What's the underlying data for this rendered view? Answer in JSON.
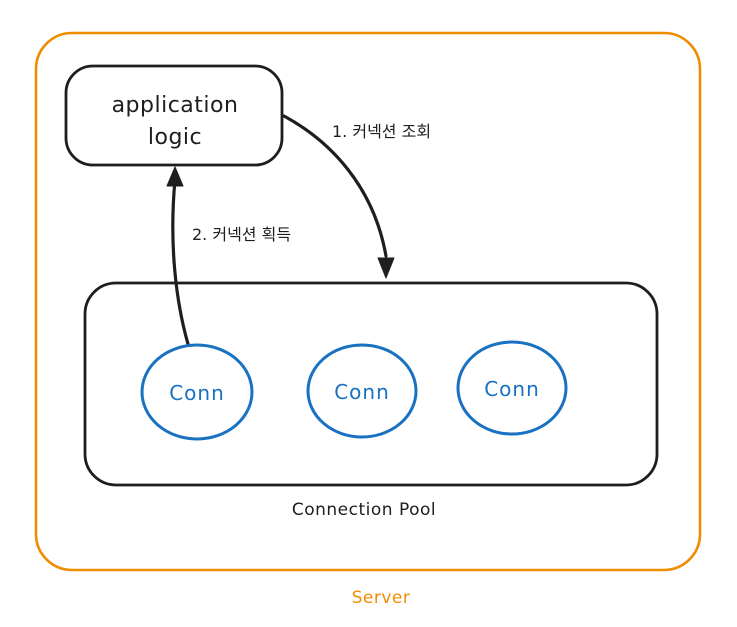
{
  "colors": {
    "background": "#ffffff",
    "ink": "#1e1e1e",
    "blue": "#1971c2",
    "orange": "#f08c00"
  },
  "diagram": {
    "server": {
      "label": "Server"
    },
    "application": {
      "lines": [
        "application",
        "logic"
      ]
    },
    "arrows": [
      {
        "id": "connection-lookup",
        "label": "1. 커넥션 조회"
      },
      {
        "id": "connection-acquire",
        "label": "2. 커넥션 획득"
      }
    ],
    "pool": {
      "label": "Connection Pool",
      "connections": [
        {
          "label": "Conn"
        },
        {
          "label": "Conn"
        },
        {
          "label": "Conn"
        }
      ]
    }
  }
}
